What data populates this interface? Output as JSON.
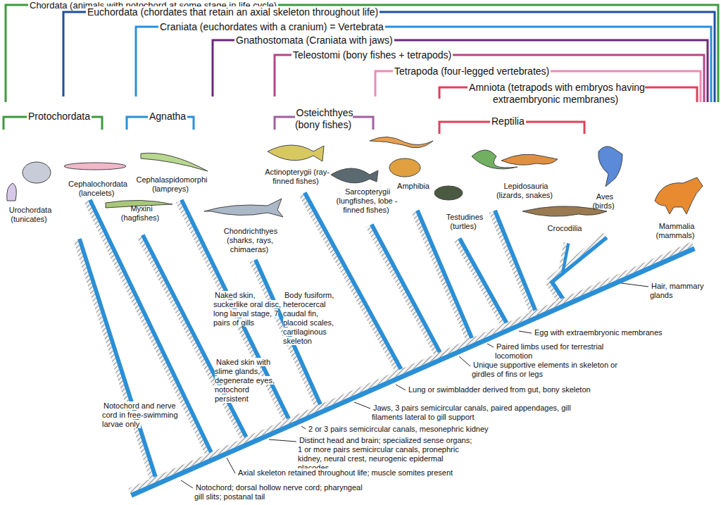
{
  "diagram": {
    "labels": [
      "Chordata (animals with notochord at some stage in life cycle)",
      "Euchordata (chordates that retain an axial skeleton throughout life)",
      "Craniata (euchordates with a cranium) = Vertebrata",
      "Gnathostomata (Craniata with jaws)",
      "Teleostomi (bony fishes + tetrapods)",
      "Tetrapoda (four-legged vertebrates)",
      "Amniota (tetrapods with embryos having extraembryonic membranes)",
      "Protochordata",
      "Agnatha",
      "Osteichthyes (bony fishes)",
      "Reptilia",
      "Urochordata (tunicates)",
      "Cephalochordata (lancelets)",
      "Cephalaspidomorphi (lampreys)",
      "Myxini (hagfishes)",
      "Chondrichthyes (sharks, rays, chimaeras)",
      "Actinopterygii (ray-finned fishes)",
      "Sarcopterygii (lungfishes, lobe -finned fishes)",
      "Amphibia",
      "Testudines (turtles)",
      "Lepidosauria (lizards, snakes)",
      "Crocodilia",
      "Aves (birds)",
      "Mammalia (mammals)",
      "Notochord and nerve cord in free-swimming larvae only",
      "Naked skin with slime glands, degenerate eyes, notochord persistent",
      "Naked skin, suckerlike oral disc, long larval stage, 7 pairs of gills",
      "Body fusiform, heterocercal caudal fin, placoid scales, cartilaginous skeleton",
      "Hair, mammary glands",
      "Egg with extraembryonic membranes",
      "Paired limbs used for terrestrial locomotion",
      "Unique supportive elements in skeleton or girdles of fins or legs",
      "Lung or swimbladder derived from gut, bony skeleton",
      "Jaws, 3 pairs semicircular canals, paired appendages, gill filaments lateral to gill support",
      "2 or 3 pairs semicircular canals, mesonephric kidney",
      "Distinct head and brain; specialized sense organs; 1 or more pairs semicircular canals, pronephric kidney, neural crest, neurogenic epidermal placodes",
      "Axial skeleton retained throughout life; muscle somites present",
      "Notochord; dorsal hollow nerve cord; pharyngeal gill slits; postanal tail"
    ]
  }
}
